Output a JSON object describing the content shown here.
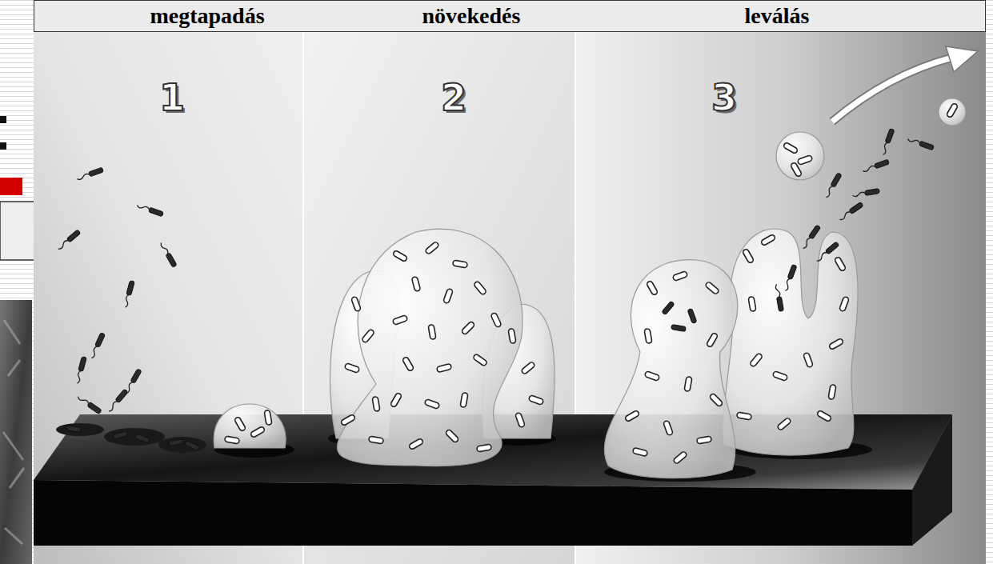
{
  "diagram": {
    "nodes": [
      {
        "text": [
          "megtapadás",
          "növekedés",
          "leválás"
        ]
      }
    ],
    "labels": [
      "1",
      "2",
      "3"
    ]
  }
}
